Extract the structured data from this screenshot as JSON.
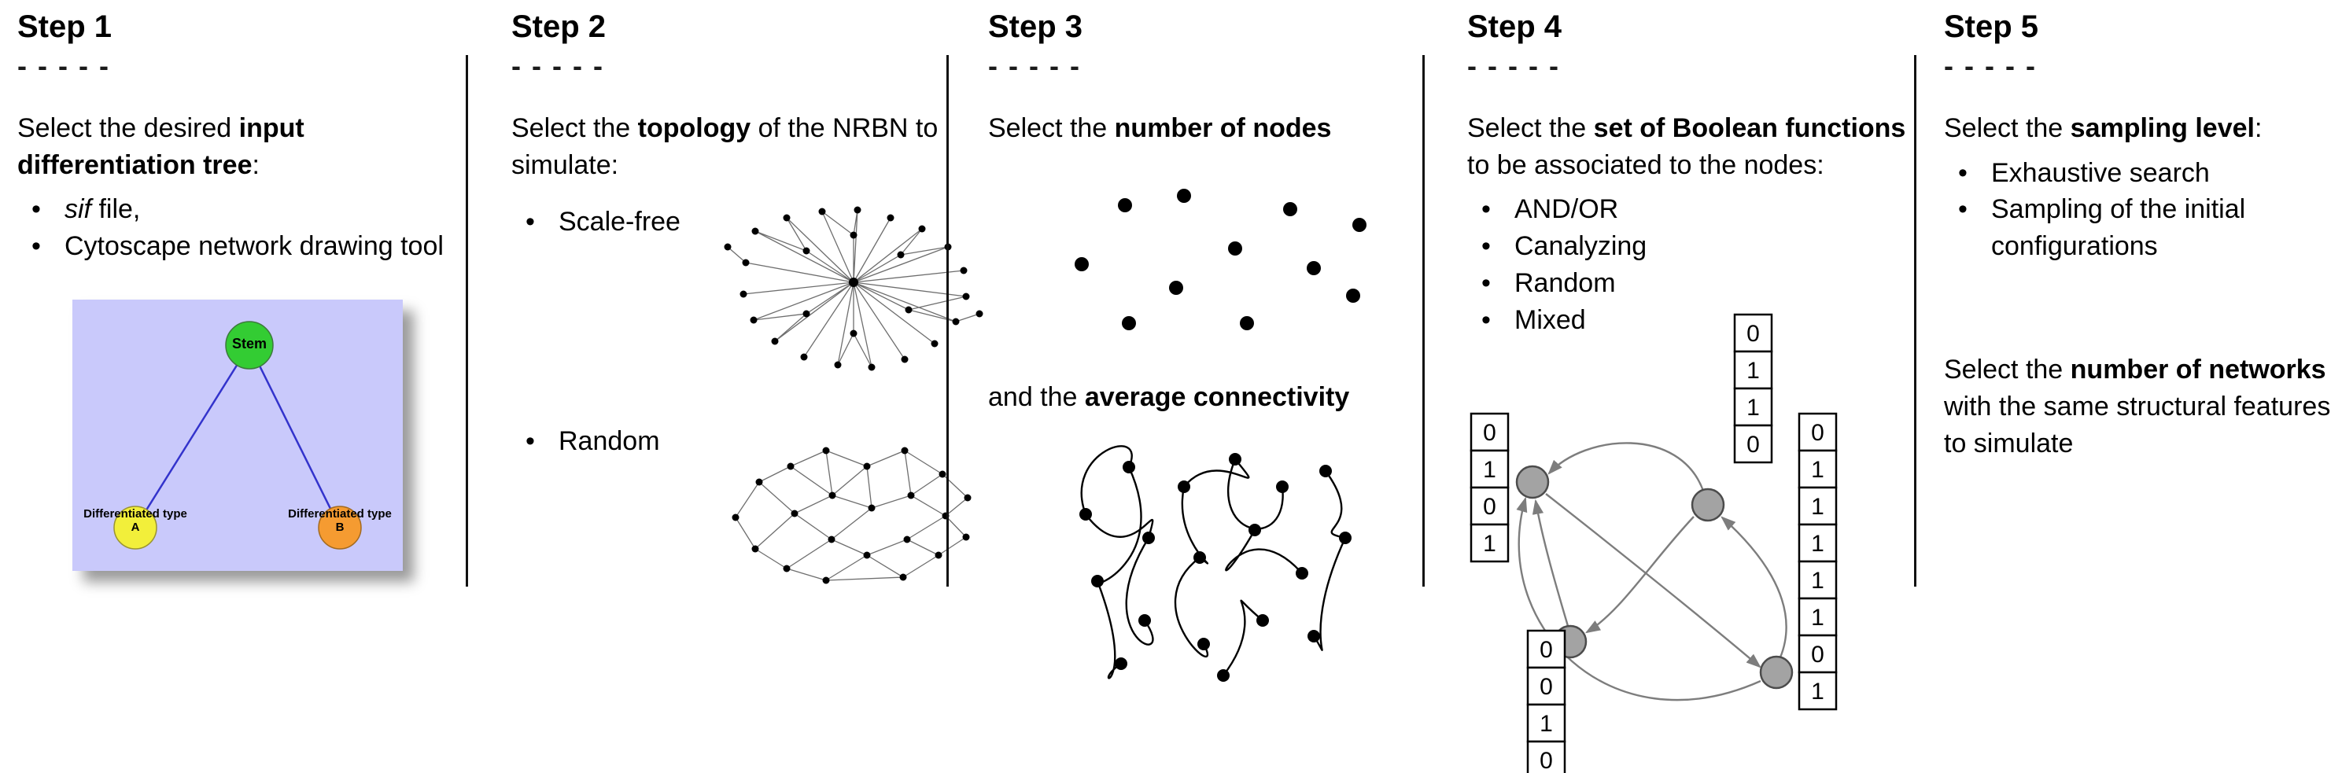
{
  "steps": [
    {
      "title": "Step 1",
      "dashes": "- - - - -",
      "intro": {
        "pre": "Select the desired ",
        "bold": "input differentiation tree",
        "post": ":"
      },
      "bullets": [
        {
          "italic": "sif",
          "post": " file,"
        },
        {
          "text": "Cytoscape network drawing tool"
        }
      ],
      "figure": {
        "stem_label": "Stem",
        "type_a_label": "Differentiated type A",
        "type_b_label": "Differentiated type B",
        "colors": {
          "background": "#c9c9fb",
          "stem": "#33cc33",
          "type_a": "#f2ef3a",
          "type_b": "#f59b31",
          "edge": "#3333cc"
        }
      }
    },
    {
      "title": "Step 2",
      "dashes": "- - - - -",
      "intro": {
        "pre": "Select the ",
        "bold": "topology",
        "post": " of the NRBN to simulate:"
      },
      "bullets": [
        {
          "text": "Scale-free"
        },
        {
          "text": "Random"
        }
      ]
    },
    {
      "title": "Step 3",
      "dashes": "- - - - -",
      "intro": {
        "pre": "Select the ",
        "bold": "number of nodes",
        "post": ""
      },
      "second": {
        "pre": "and the ",
        "bold": "average connectivity",
        "post": ""
      }
    },
    {
      "title": "Step 4",
      "dashes": "- - - - -",
      "intro": {
        "pre": "Select the ",
        "bold": "set of Boolean functions",
        "post": " to be associated to the nodes:"
      },
      "bullets": [
        {
          "text": "AND/OR"
        },
        {
          "text": "Canalyzing"
        },
        {
          "text": "Random"
        },
        {
          "text": "Mixed"
        }
      ],
      "figure": {
        "tables": {
          "left": [
            "0",
            "1",
            "0",
            "1"
          ],
          "top": [
            "0",
            "1",
            "1",
            "0"
          ],
          "right": [
            "0",
            "1",
            "1",
            "1",
            "1",
            "1",
            "0",
            "1"
          ],
          "bottom": [
            "0",
            "0",
            "1",
            "0"
          ]
        }
      }
    },
    {
      "title": "Step 5",
      "dashes": "- - - - -",
      "intro": {
        "pre": "Select the ",
        "bold": "sampling level",
        "post": ":"
      },
      "bullets": [
        {
          "text": "Exhaustive search"
        },
        {
          "text": "Sampling of the initial configurations"
        }
      ],
      "second": {
        "pre": "Select the ",
        "bold": "number of networks",
        "post": " with the same structural features to simulate"
      }
    }
  ]
}
